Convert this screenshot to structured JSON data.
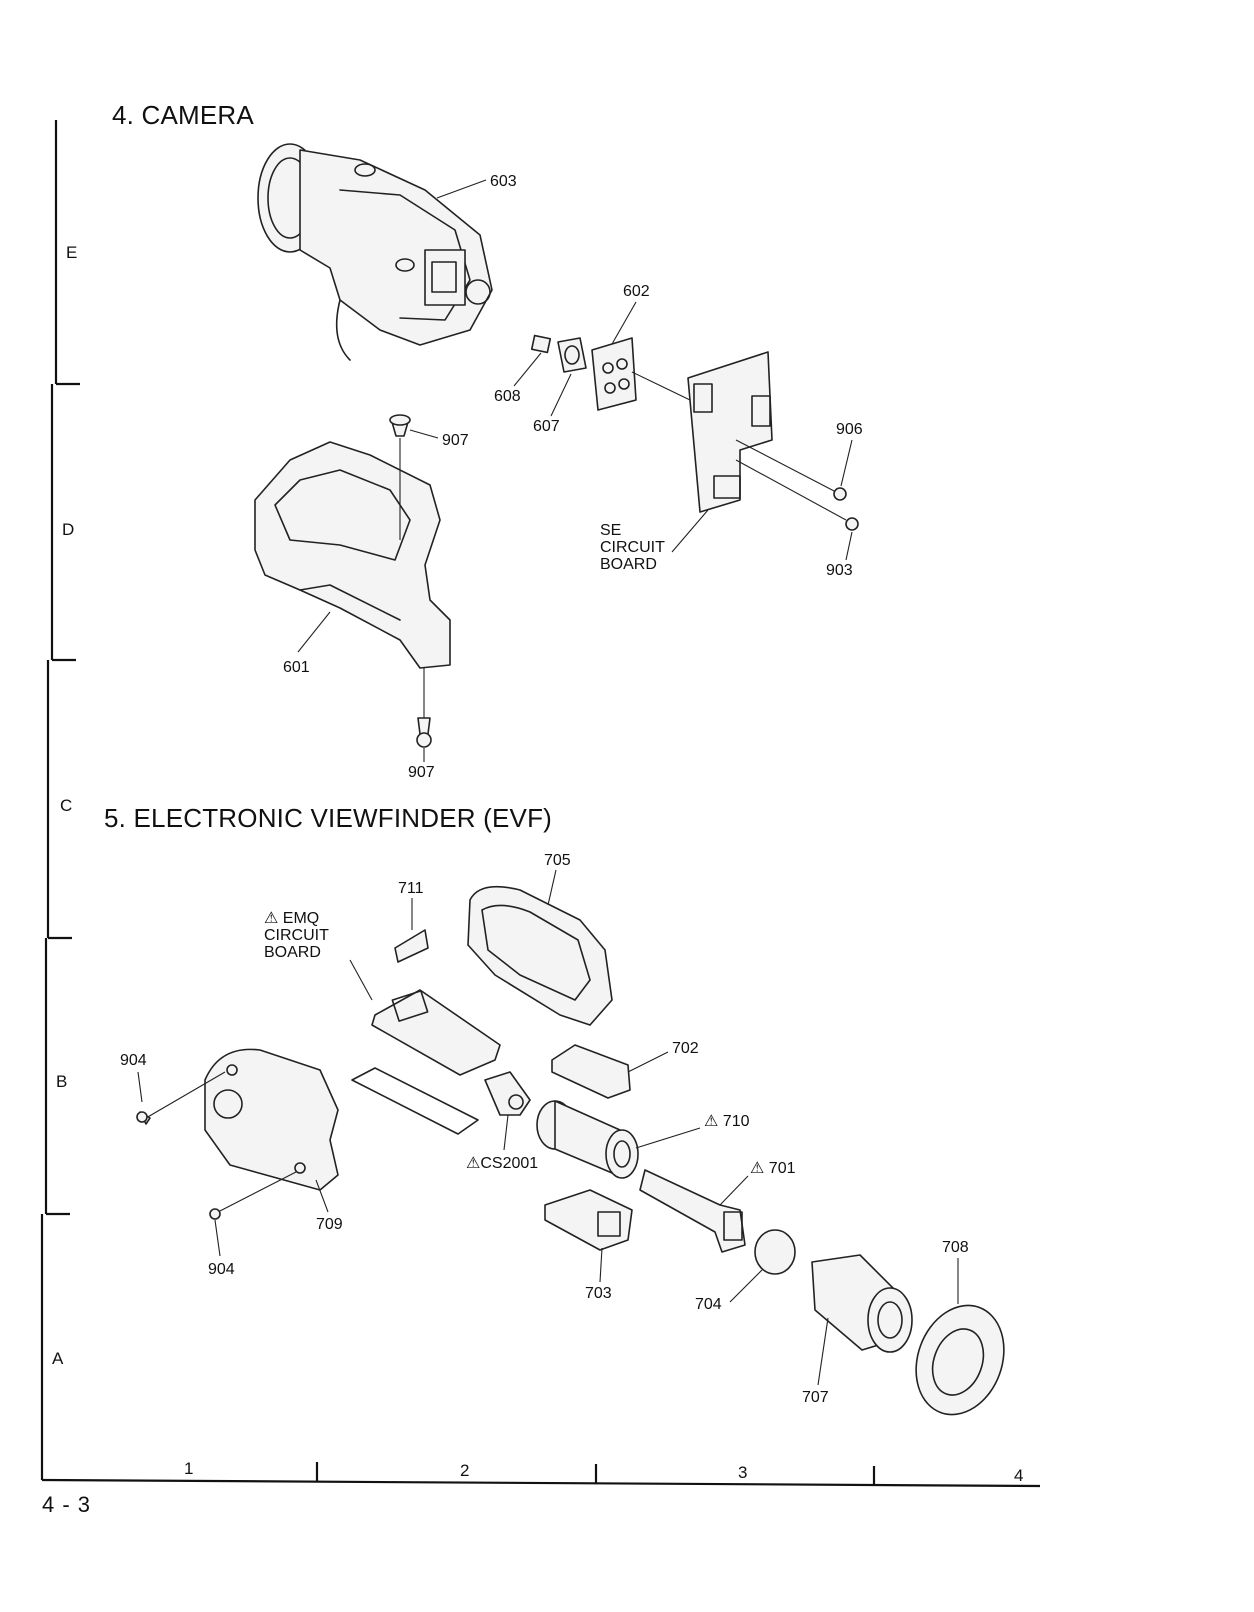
{
  "sections": {
    "camera_title": "4. CAMERA",
    "evf_title": "5. ELECTRONIC VIEWFINDER (EVF)"
  },
  "camera_callouts": {
    "c603": "603",
    "c602": "602",
    "c608": "608",
    "c607": "607",
    "c906": "906",
    "c907_top": "907",
    "c903": "903",
    "c601": "601",
    "c907_bottom": "907",
    "se_board": "SE\nCIRCUIT\nBOARD"
  },
  "evf_callouts": {
    "c705": "705",
    "c711": "711",
    "emq_board": "⚠ EMQ\nCIRCUIT\nBOARD",
    "c702": "702",
    "c904_top": "904",
    "c710": "⚠ 710",
    "cs2001": "⚠CS2001",
    "c701": "⚠ 701",
    "c709": "709",
    "c708": "708",
    "c904_bottom": "904",
    "c703": "703",
    "c704": "704",
    "c707": "707"
  },
  "zones": [
    "E",
    "D",
    "C",
    "B",
    "A"
  ],
  "columns": [
    "1",
    "2",
    "3",
    "4"
  ],
  "page_number": "4 - 3"
}
